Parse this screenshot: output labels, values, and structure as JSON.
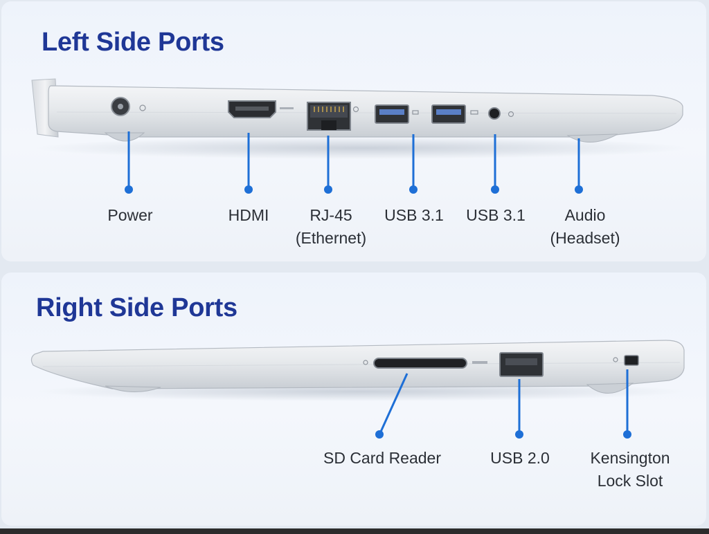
{
  "left_panel": {
    "title": "Left Side Ports",
    "ports": [
      {
        "id": "power",
        "lines": [
          "Power"
        ]
      },
      {
        "id": "hdmi",
        "lines": [
          "HDMI"
        ]
      },
      {
        "id": "rj45",
        "lines": [
          "RJ-45",
          "(Ethernet)"
        ]
      },
      {
        "id": "usb31-a",
        "lines": [
          "USB 3.1"
        ]
      },
      {
        "id": "usb31-b",
        "lines": [
          "USB 3.1"
        ]
      },
      {
        "id": "audio",
        "lines": [
          "Audio",
          "(Headset)"
        ]
      }
    ]
  },
  "right_panel": {
    "title": "Right Side Ports",
    "ports": [
      {
        "id": "sd",
        "lines": [
          "SD Card Reader"
        ]
      },
      {
        "id": "usb20",
        "lines": [
          "USB 2.0"
        ]
      },
      {
        "id": "kensington",
        "lines": [
          "Kensington",
          "Lock Slot"
        ]
      }
    ]
  },
  "colors": {
    "title": "#1f3796",
    "callout": "#1e6fd6",
    "label": "#2b2f36",
    "chassis": "#e4e7eb"
  }
}
